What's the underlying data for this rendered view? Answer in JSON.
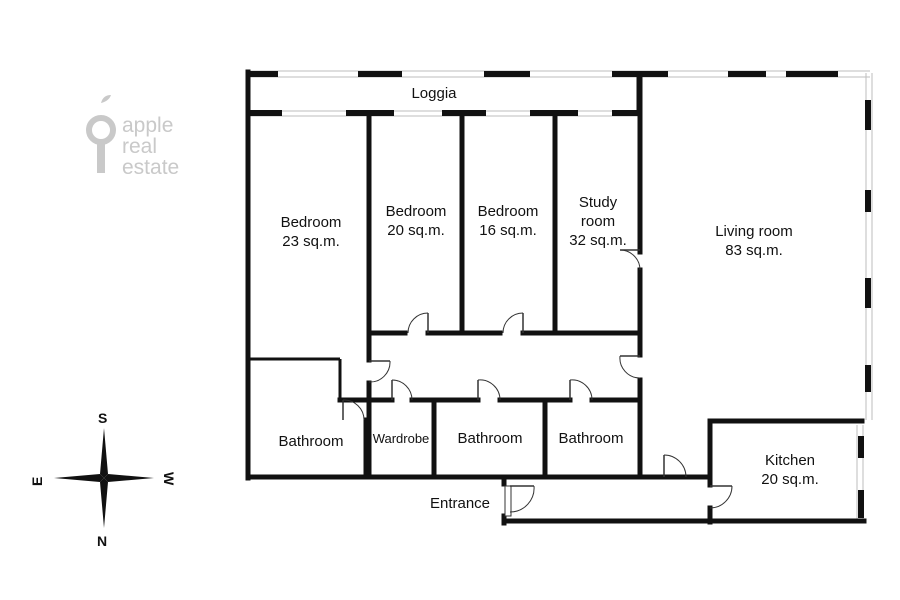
{
  "logo": {
    "line1": "apple",
    "line2": "real",
    "line3": "estate",
    "icon": "key-pin-icon",
    "color": "#c9c9c9"
  },
  "compass": {
    "north": "N",
    "south": "S",
    "east": "E",
    "west": "W",
    "icon": "compass-rose-icon"
  },
  "rooms": {
    "loggia": {
      "name": "Loggia"
    },
    "bedroom1": {
      "name": "Bedroom",
      "area": "23 sq.m."
    },
    "bedroom2": {
      "name": "Bedroom",
      "area": "20 sq.m."
    },
    "bedroom3": {
      "name": "Bedroom",
      "area": "16 sq.m."
    },
    "study": {
      "name1": "Study",
      "name2": "room",
      "area": "32 sq.m."
    },
    "living": {
      "name": "Living room",
      "area": "83 sq.m."
    },
    "bath1": {
      "name": "Bathroom"
    },
    "wardrobe": {
      "name": "Wardrobe"
    },
    "bath2": {
      "name": "Bathroom"
    },
    "bath3": {
      "name": "Bathroom"
    },
    "kitchen": {
      "name": "Kitchen",
      "area": "20 sq.m."
    },
    "entrance": {
      "name": "Entrance"
    }
  },
  "colors": {
    "wall": "#111111",
    "window": "#bdbdbd"
  }
}
